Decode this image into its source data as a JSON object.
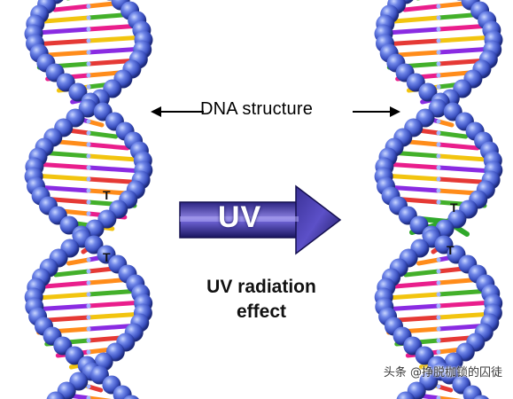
{
  "title_label": "DNA structure",
  "arrow_text": "UV",
  "effect_line1": "UV radiation",
  "effect_line2": "effect",
  "base_label": "T",
  "watermark": "头条 @挣脱枷锁的囚徒",
  "colors": {
    "backbone": "#3f55c9",
    "rungs": [
      "#e53935",
      "#ff8c1a",
      "#43b02a",
      "#e91e8c",
      "#f2c40f",
      "#8a2be2"
    ],
    "arrow_dark": "#1e1a6e",
    "arrow_light": "#7b6fd6"
  }
}
